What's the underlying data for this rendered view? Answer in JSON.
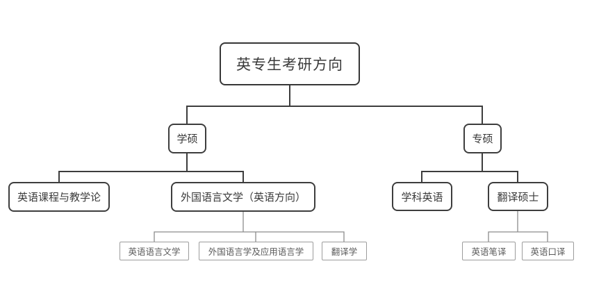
{
  "diagram": {
    "title": "英专生考研方向",
    "root": {
      "label": "英专生考研方向"
    },
    "level2": {
      "academic": {
        "label": "学硕"
      },
      "professional": {
        "label": "专硕"
      }
    },
    "level3": {
      "curriculum": {
        "label": "英语课程与教学论"
      },
      "foreign_lang_lit": {
        "label": "外国语言文学（英语方向）"
      },
      "subject_english": {
        "label": "学科英语"
      },
      "translation_masters": {
        "label": "翻译硕士"
      }
    },
    "level4": {
      "english_lang_lit": {
        "label": "英语语言文学"
      },
      "applied_linguistics": {
        "label": "外国语言学及应用语言学"
      },
      "translation_studies": {
        "label": "翻译学"
      },
      "written_translation": {
        "label": "英语笔译"
      },
      "interpretation": {
        "label": "英语口译"
      }
    },
    "edges": [
      [
        "英专生考研方向",
        "学硕"
      ],
      [
        "英专生考研方向",
        "专硕"
      ],
      [
        "学硕",
        "英语课程与教学论"
      ],
      [
        "学硕",
        "外国语言文学（英语方向）"
      ],
      [
        "外国语言文学（英语方向）",
        "英语语言文学"
      ],
      [
        "外国语言文学（英语方向）",
        "外国语言学及应用语言学"
      ],
      [
        "外国语言文学（英语方向）",
        "翻译学"
      ],
      [
        "专硕",
        "学科英语"
      ],
      [
        "专硕",
        "翻译硕士"
      ],
      [
        "翻译硕士",
        "英语笔译"
      ],
      [
        "翻译硕士",
        "英语口译"
      ]
    ],
    "colors": {
      "background": "#ffffff",
      "node_border_dark": "#3d3d3d",
      "node_border_light": "#9c9c9c",
      "connector_dark": "#3c3c3c",
      "connector_light": "#8c8c8c",
      "text_dark": "#3a3a3a",
      "text_light": "#5a5a5a"
    }
  }
}
